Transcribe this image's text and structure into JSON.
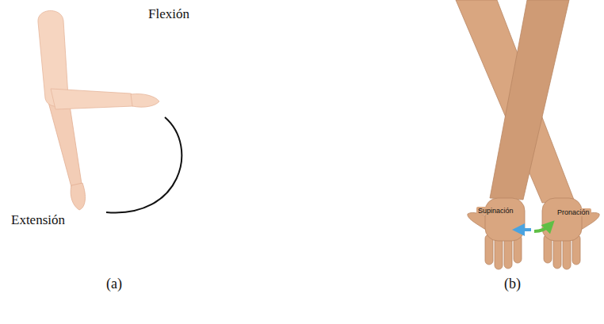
{
  "diagram": {
    "labels": [
      "Flexión",
      "Extensión",
      "Supinación",
      "Pronación",
      "(a)",
      "(b)"
    ]
  }
}
